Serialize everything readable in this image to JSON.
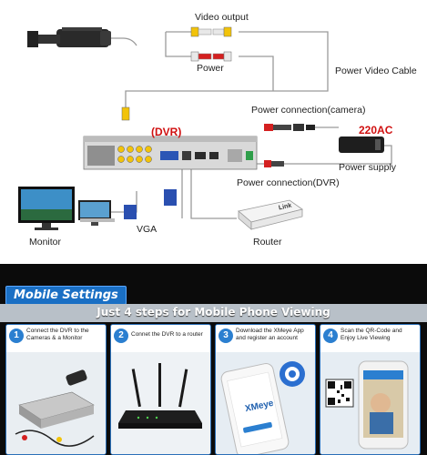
{
  "diagram": {
    "labels": {
      "video_output": "Video output",
      "power": "Power",
      "power_video_cable": "Power Video Cable",
      "power_connection_camera": "Power connection(camera)",
      "dvr": "(DVR)",
      "ac": "220AC",
      "power_supply": "Power supply",
      "power_connection_dvr": "Power connection(DVR)",
      "monitor": "Monitor",
      "vga": "VGA",
      "router": "Router",
      "router_brand": "Link"
    }
  },
  "mobile": {
    "title": "Mobile Settings",
    "subtitle": "Just 4 steps for Mobile Phone Viewing",
    "steps": [
      {
        "num": "1",
        "text": "Connect the DVR to the Cameras & a Monitor"
      },
      {
        "num": "2",
        "text": "Connet the DVR to a router"
      },
      {
        "num": "3",
        "text": "Download the XMeye App and register an account"
      },
      {
        "num": "4",
        "text": "Scan the QR-Code and Enjoy Live Viewing"
      }
    ],
    "app_name": "XMeye"
  }
}
